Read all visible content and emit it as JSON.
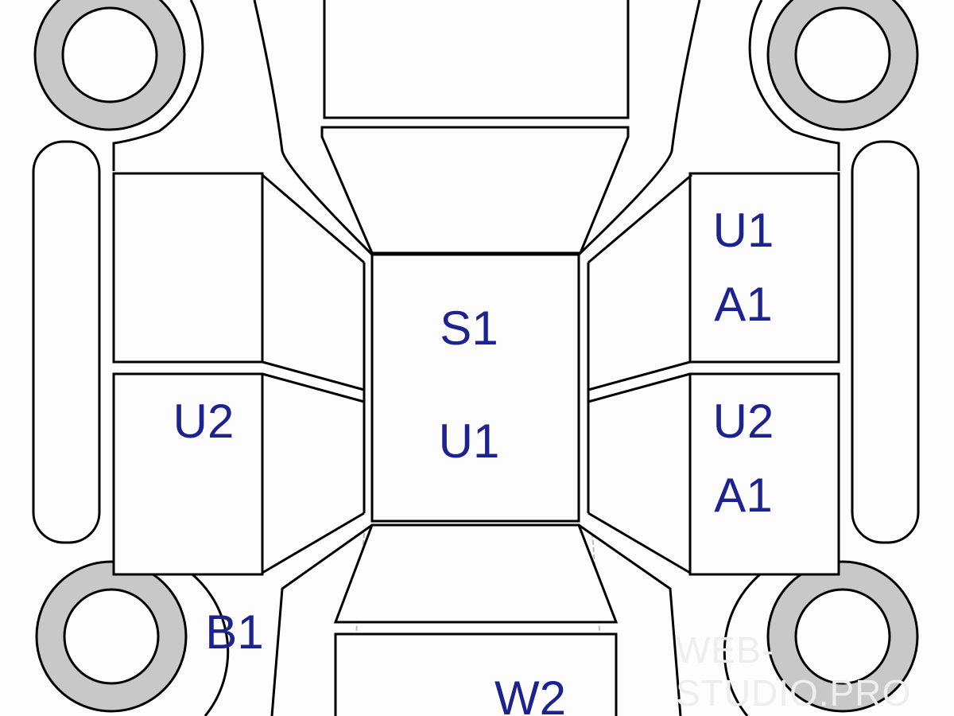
{
  "diagram": {
    "title": "Vehicle damage inspection diagram",
    "label_color": "#1c2390",
    "tire_color": "#c8c8c8",
    "labels": {
      "roof_damage": "S1",
      "roof_damage_2": "U1",
      "left_rear_door": "U2",
      "right_front_door_1": "U1",
      "right_front_door_2": "A1",
      "right_rear_door_1": "U2",
      "right_rear_door_2": "A1",
      "left_rear_fender": "B1",
      "trunk": "W2"
    },
    "watermark": "WEB-STUDIO.PRO"
  }
}
